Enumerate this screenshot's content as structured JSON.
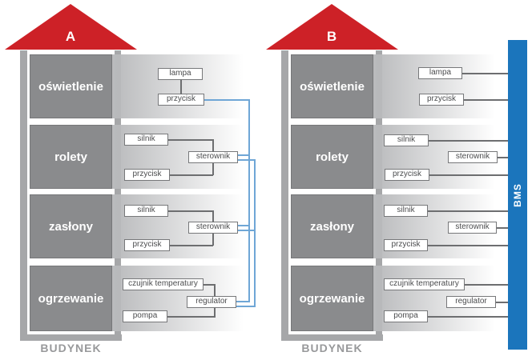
{
  "buildings": [
    {
      "letter": "A",
      "building_label": "BUDYNEK",
      "sections": [
        {
          "label": "oświetlenie",
          "components": [
            "lampa",
            "przycisk"
          ]
        },
        {
          "label": "rolety",
          "components": [
            "silnik",
            "sterownik",
            "przycisk"
          ]
        },
        {
          "label": "zasłony",
          "components": [
            "silnik",
            "sterownik",
            "przycisk"
          ]
        },
        {
          "label": "ogrzewanie",
          "components": [
            "czujnik temperatury",
            "regulator",
            "pompa"
          ]
        }
      ]
    },
    {
      "letter": "B",
      "building_label": "BUDYNEK",
      "sections": [
        {
          "label": "oświetlenie",
          "components": [
            "lampa",
            "przycisk"
          ]
        },
        {
          "label": "rolety",
          "components": [
            "silnik",
            "sterownik",
            "przycisk"
          ]
        },
        {
          "label": "zasłony",
          "components": [
            "silnik",
            "sterownik",
            "przycisk"
          ]
        },
        {
          "label": "ogrzewanie",
          "components": [
            "czujnik temperatury",
            "regulator",
            "pompa"
          ]
        }
      ]
    }
  ],
  "bms": {
    "label": "BMS"
  },
  "colors": {
    "roof_red": "#cd2127",
    "box_gray": "#8a8b8d",
    "box_border": "#767779",
    "wall_gray": "#a6a7a9",
    "panel_gray": "#b9babc",
    "bms_blue": "#1b75bc",
    "line_blue": "#6fa6d6",
    "line_gray": "#6d6e70",
    "small_box_border": "#77787a",
    "small_box_text": "#4b4c4e",
    "section_text": "#ffffff",
    "building_label_gray": "#98999b"
  }
}
